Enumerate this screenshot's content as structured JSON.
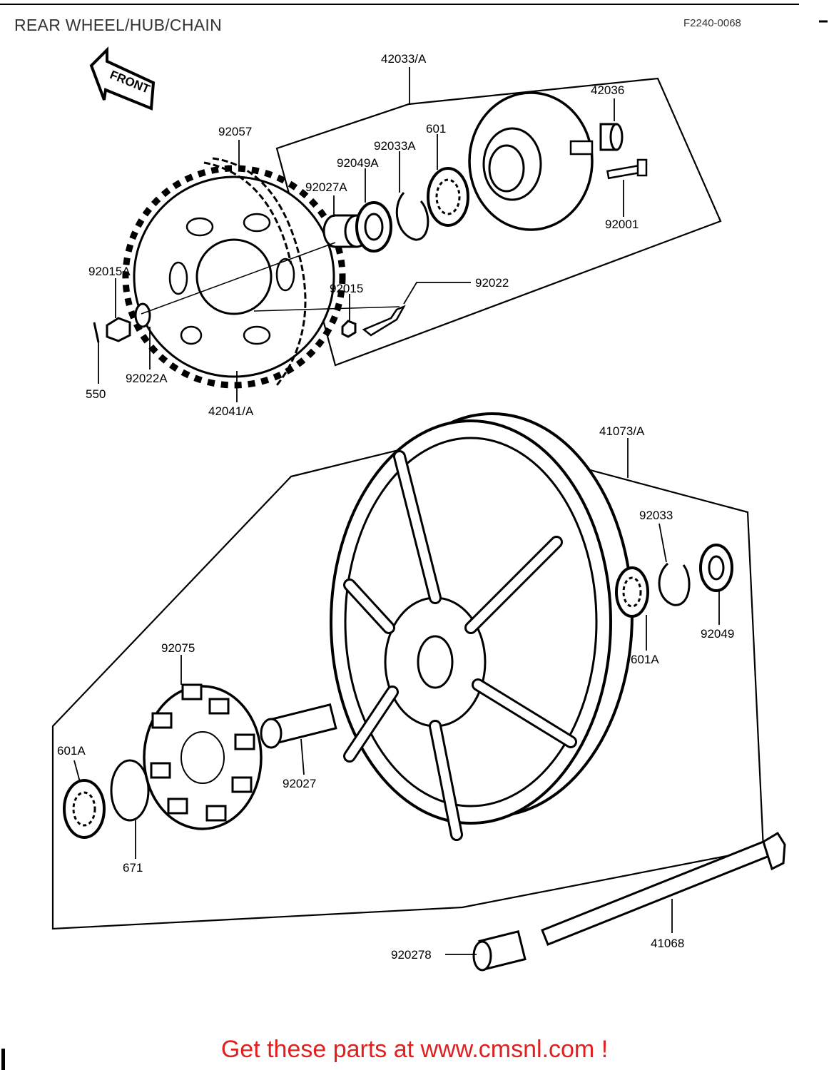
{
  "header": {
    "title": "REAR WHEEL/HUB/CHAIN",
    "figure_code": "F2240-0068"
  },
  "front_arrow": "FRONT",
  "callouts": {
    "p42033A": "42033/A",
    "p42036": "42036",
    "p92057": "92057",
    "p601": "601",
    "p92033A": "92033A",
    "p92049A": "92049A",
    "p92027A": "92027A",
    "p92001": "92001",
    "p92015A": "92015A",
    "p92015": "92015",
    "p92022": "92022",
    "p550": "550",
    "p92022A": "92022A",
    "p42041A": "42041/A",
    "p41073A": "41073/A",
    "p92033": "92033",
    "p92049": "92049",
    "p601A_right": "601A",
    "p92075": "92075",
    "p601A_left": "601A",
    "p92027": "92027",
    "p671": "671",
    "p920278": "920278",
    "p41068": "41068"
  },
  "footer": {
    "promo": "Get these parts at www.cmsnl.com !"
  }
}
